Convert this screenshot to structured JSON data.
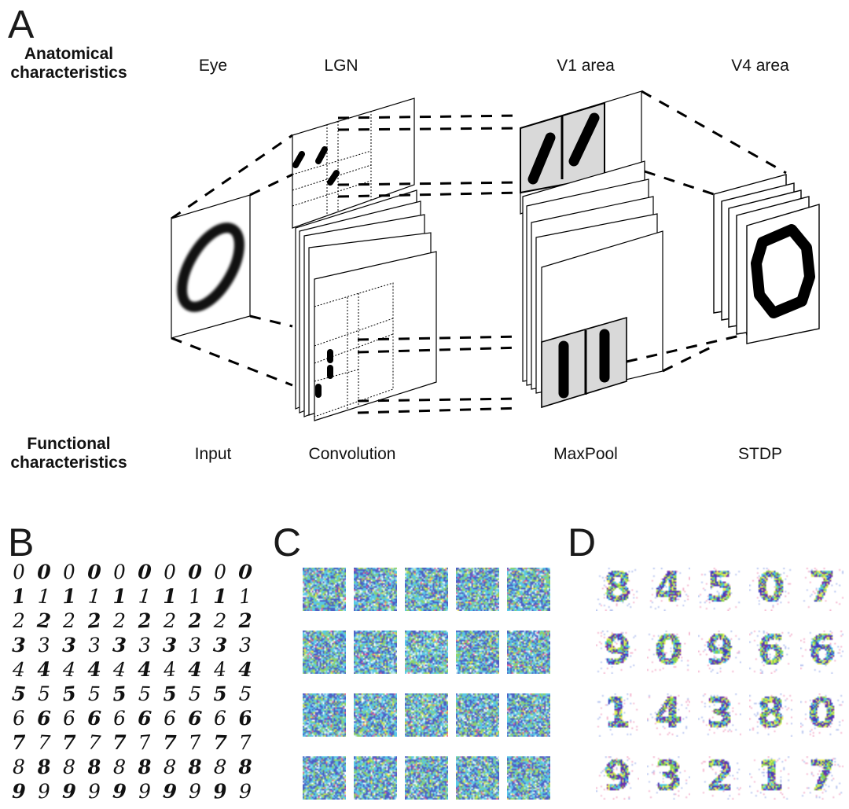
{
  "panels": {
    "A": "A",
    "B": "B",
    "C": "C",
    "D": "D"
  },
  "row_labels": {
    "anatomical": [
      "Anatomical",
      "characteristics"
    ],
    "functional": [
      "Functional",
      "characteristics"
    ]
  },
  "stages": [
    {
      "anatomical": "Eye",
      "functional": "Input"
    },
    {
      "anatomical": "LGN",
      "functional": "Convolution"
    },
    {
      "anatomical": "V1 area",
      "functional": "MaxPool"
    },
    {
      "anatomical": "V4 area",
      "functional": "STDP"
    }
  ],
  "diagram": {
    "input_digit": "0",
    "conv_feature_maps": 5,
    "pool_feature_maps": 5,
    "stdp_feature_maps": 5,
    "colors": {
      "ink": "#000000",
      "pool_fill": "#d9d9d9",
      "paper": "#ffffff"
    }
  },
  "mnist_samples": {
    "rows": [
      [
        "0",
        "0",
        "0",
        "0",
        "0",
        "0",
        "0",
        "0",
        "0",
        "0"
      ],
      [
        "1",
        "1",
        "1",
        "1",
        "1",
        "1",
        "1",
        "1",
        "1",
        "1"
      ],
      [
        "2",
        "2",
        "2",
        "2",
        "2",
        "2",
        "2",
        "2",
        "2",
        "2"
      ],
      [
        "3",
        "3",
        "3",
        "3",
        "3",
        "3",
        "3",
        "3",
        "3",
        "3"
      ],
      [
        "4",
        "4",
        "4",
        "4",
        "4",
        "4",
        "4",
        "4",
        "4",
        "4"
      ],
      [
        "5",
        "5",
        "5",
        "5",
        "5",
        "5",
        "5",
        "5",
        "5",
        "5"
      ],
      [
        "6",
        "6",
        "6",
        "6",
        "6",
        "6",
        "6",
        "6",
        "6",
        "6"
      ],
      [
        "7",
        "7",
        "7",
        "7",
        "7",
        "7",
        "7",
        "7",
        "7",
        "7"
      ],
      [
        "8",
        "8",
        "8",
        "8",
        "8",
        "8",
        "8",
        "8",
        "8",
        "8"
      ],
      [
        "9",
        "9",
        "9",
        "9",
        "9",
        "9",
        "9",
        "9",
        "9",
        "9"
      ]
    ]
  },
  "weights_initial": {
    "rows": 4,
    "cols": 5,
    "description": "random noise weights",
    "palette": [
      "#4c5fc4",
      "#58c8e6",
      "#8fd36a",
      "#bfe6f2",
      "#ffffff",
      "#f06292",
      "#f5e94a",
      "#7e57c2"
    ]
  },
  "weights_learned": {
    "rows": 4,
    "cols": 5,
    "digits": [
      [
        "8",
        "4",
        "5",
        "0",
        "7"
      ],
      [
        "9",
        "0",
        "9",
        "6",
        "6"
      ],
      [
        "1",
        "4",
        "3",
        "8",
        "0"
      ],
      [
        "9",
        "3",
        "2",
        "1",
        "7"
      ]
    ],
    "palette": [
      "#3a3fbf",
      "#48c3ea",
      "#86d34a",
      "#e7ef5a",
      "#7b2fa8"
    ]
  }
}
